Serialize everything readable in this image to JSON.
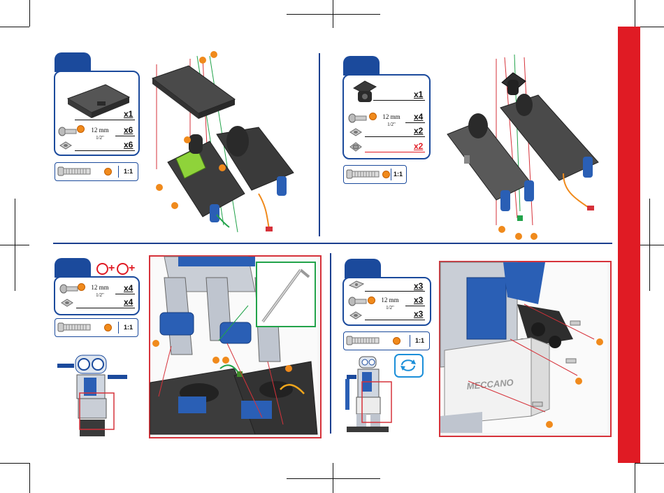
{
  "steps": [
    {
      "id": "step-top-left",
      "parts": [
        {
          "icon": "plate-part-icon",
          "quantity": "x1"
        },
        {
          "icon": "screw-part-icon",
          "quantity": "x6",
          "length_mm": "12 mm",
          "length_in": "1/2\""
        },
        {
          "icon": "nut-part-icon",
          "quantity": "x6"
        }
      ],
      "scale_ratio": "1:1"
    },
    {
      "id": "step-top-right",
      "parts": [
        {
          "icon": "motor-bracket-icon",
          "quantity": "x1"
        },
        {
          "icon": "screw-part-icon",
          "quantity": "x4",
          "length_mm": "12 mm",
          "length_in": "1/2\""
        },
        {
          "icon": "nut-part-icon",
          "quantity": "x2"
        },
        {
          "icon": "lock-nut-part-icon",
          "quantity": "x2",
          "highlight": "#e01b24"
        }
      ],
      "scale_ratio": "1:1"
    },
    {
      "id": "step-bottom-left",
      "parts": [
        {
          "icon": "screw-part-icon",
          "quantity": "x4",
          "length_mm": "12 mm",
          "length_in": "1/2\""
        },
        {
          "icon": "nut-part-icon",
          "quantity": "x4"
        }
      ],
      "scale_ratio": "1:1",
      "repeat_indicator": [
        "+",
        "+"
      ]
    },
    {
      "id": "step-bottom-right",
      "parts": [
        {
          "icon": "bracket-part-icon",
          "quantity": "x3"
        },
        {
          "icon": "screw-part-icon",
          "quantity": "x3",
          "length_mm": "12 mm",
          "length_in": "1/2\""
        },
        {
          "icon": "nut-part-icon",
          "quantity": "x3"
        }
      ],
      "scale_ratio": "1:1"
    }
  ],
  "zoom_label": "MECCANO",
  "colors": {
    "accent": "#1b4a9c",
    "highlight": "#e01b24",
    "marker": "#f08a1c",
    "wire_green": "#22a34a"
  }
}
